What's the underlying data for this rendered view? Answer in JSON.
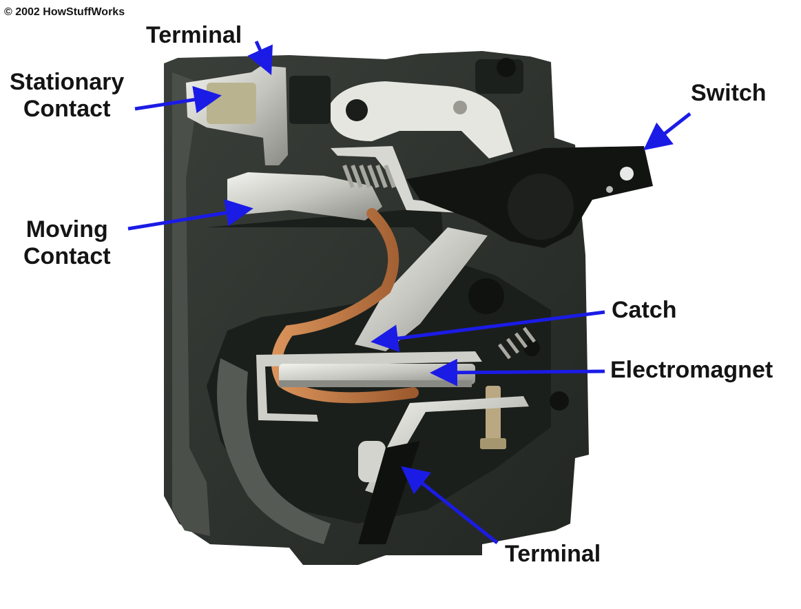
{
  "copyright": "© 2002 HowStuffWorks",
  "colors": {
    "arrow": "#1b1be6",
    "housing": "#2c302c",
    "housing_dark": "#151815",
    "metal": "#c9c9c4",
    "copper": "#b56d3c",
    "label_text": "#141414",
    "background": "#ffffff"
  },
  "labels": {
    "terminal_top": "Terminal",
    "stationary_contact_line1": "Stationary",
    "stationary_contact_line2": "Contact",
    "switch": "Switch",
    "moving_contact_line1": "Moving",
    "moving_contact_line2": "Contact",
    "catch": "Catch",
    "electromagnet": "Electromagnet",
    "terminal_bottom": "Terminal"
  }
}
